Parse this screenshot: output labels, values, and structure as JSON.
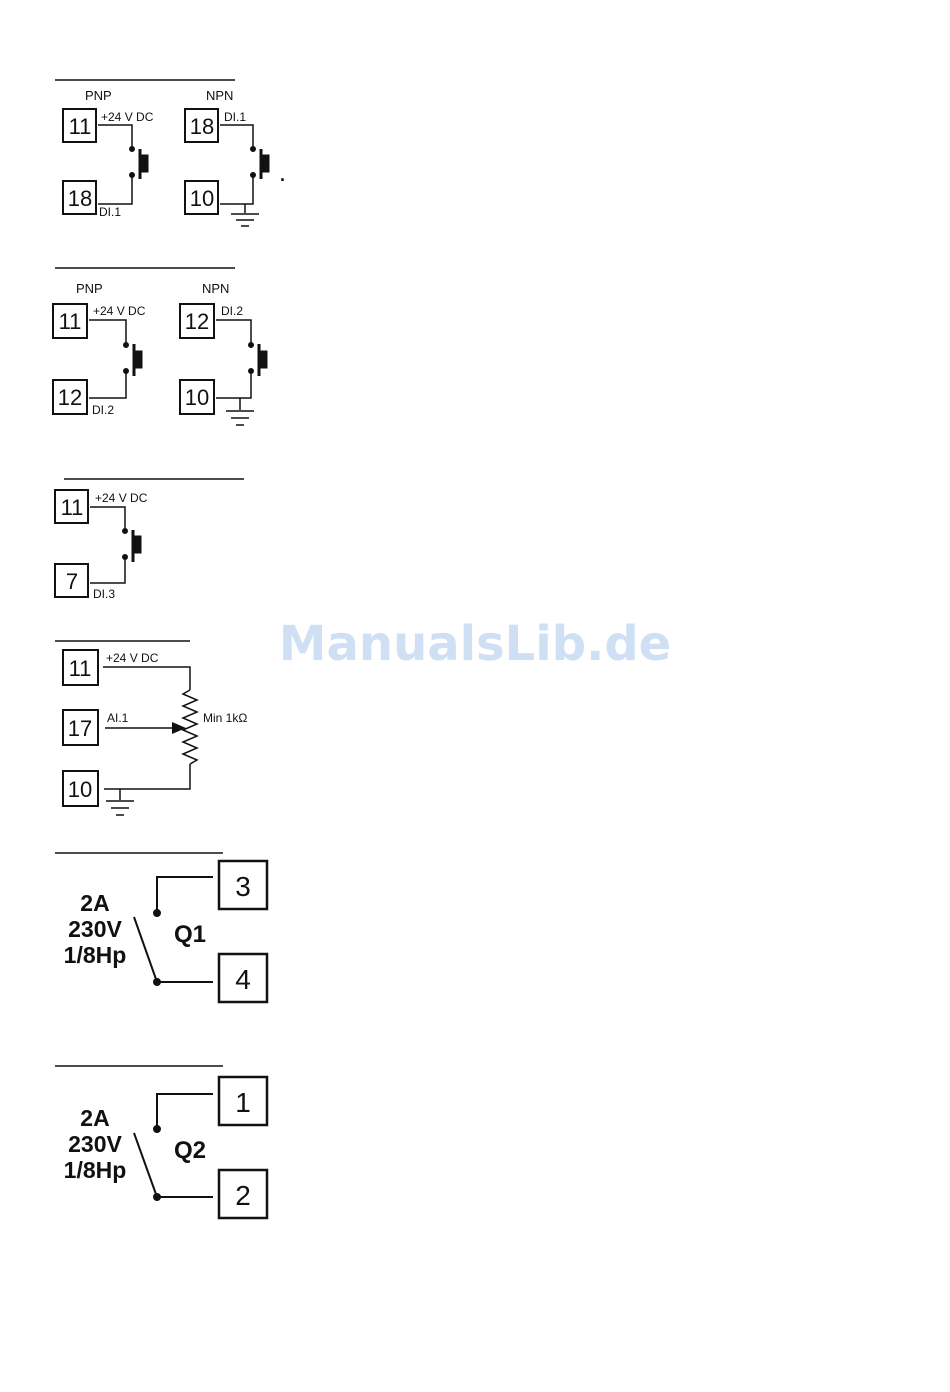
{
  "watermark": "ManualsLib.de",
  "colors": {
    "line": "#111111",
    "watermark": "#cfe0f5"
  },
  "di1": {
    "pnp": {
      "header": "PNP",
      "top_terminal": "11",
      "top_label": "+24 V DC",
      "bottom_terminal": "18",
      "bottom_label": "DI.1"
    },
    "npn": {
      "header": "NPN",
      "top_terminal": "18",
      "top_label": "DI.1",
      "bottom_terminal": "10",
      "dot": "."
    }
  },
  "di2": {
    "pnp": {
      "header": "PNP",
      "top_terminal": "11",
      "top_label": "+24 V DC",
      "bottom_terminal": "12",
      "bottom_label": "DI.2"
    },
    "npn": {
      "header": "NPN",
      "top_terminal": "12",
      "top_label": "DI.2",
      "bottom_terminal": "10"
    }
  },
  "di3": {
    "top_terminal": "11",
    "top_label": "+24 V DC",
    "bottom_terminal": "7",
    "bottom_label": "DI.3"
  },
  "ai1": {
    "t1": "11",
    "t1_label": "+24 V DC",
    "t2": "17",
    "t2_label": "AI.1",
    "t3": "10",
    "pot_label": "Min 1kΩ"
  },
  "q1": {
    "rating": [
      "2A",
      "230V",
      "1/8Hp"
    ],
    "name": "Q1",
    "top_terminal": "3",
    "bottom_terminal": "4"
  },
  "q2": {
    "rating": [
      "2A",
      "230V",
      "1/8Hp"
    ],
    "name": "Q2",
    "top_terminal": "1",
    "bottom_terminal": "2"
  }
}
